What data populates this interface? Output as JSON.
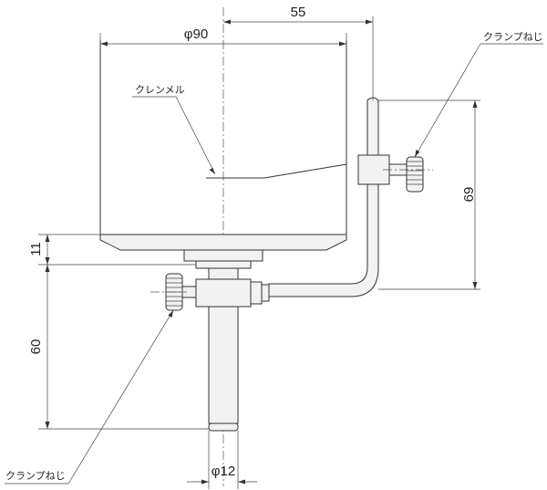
{
  "dimensions": {
    "top_offset": "55",
    "bowl_diameter": "φ90",
    "stand_height": "69",
    "base_thickness": "11",
    "stem_length": "60",
    "stem_diameter": "φ12"
  },
  "labels": {
    "inner_part": "クレンメル",
    "clamp_screw_top": "クランプねじ",
    "clamp_screw_bottom": "クランプねじ"
  }
}
